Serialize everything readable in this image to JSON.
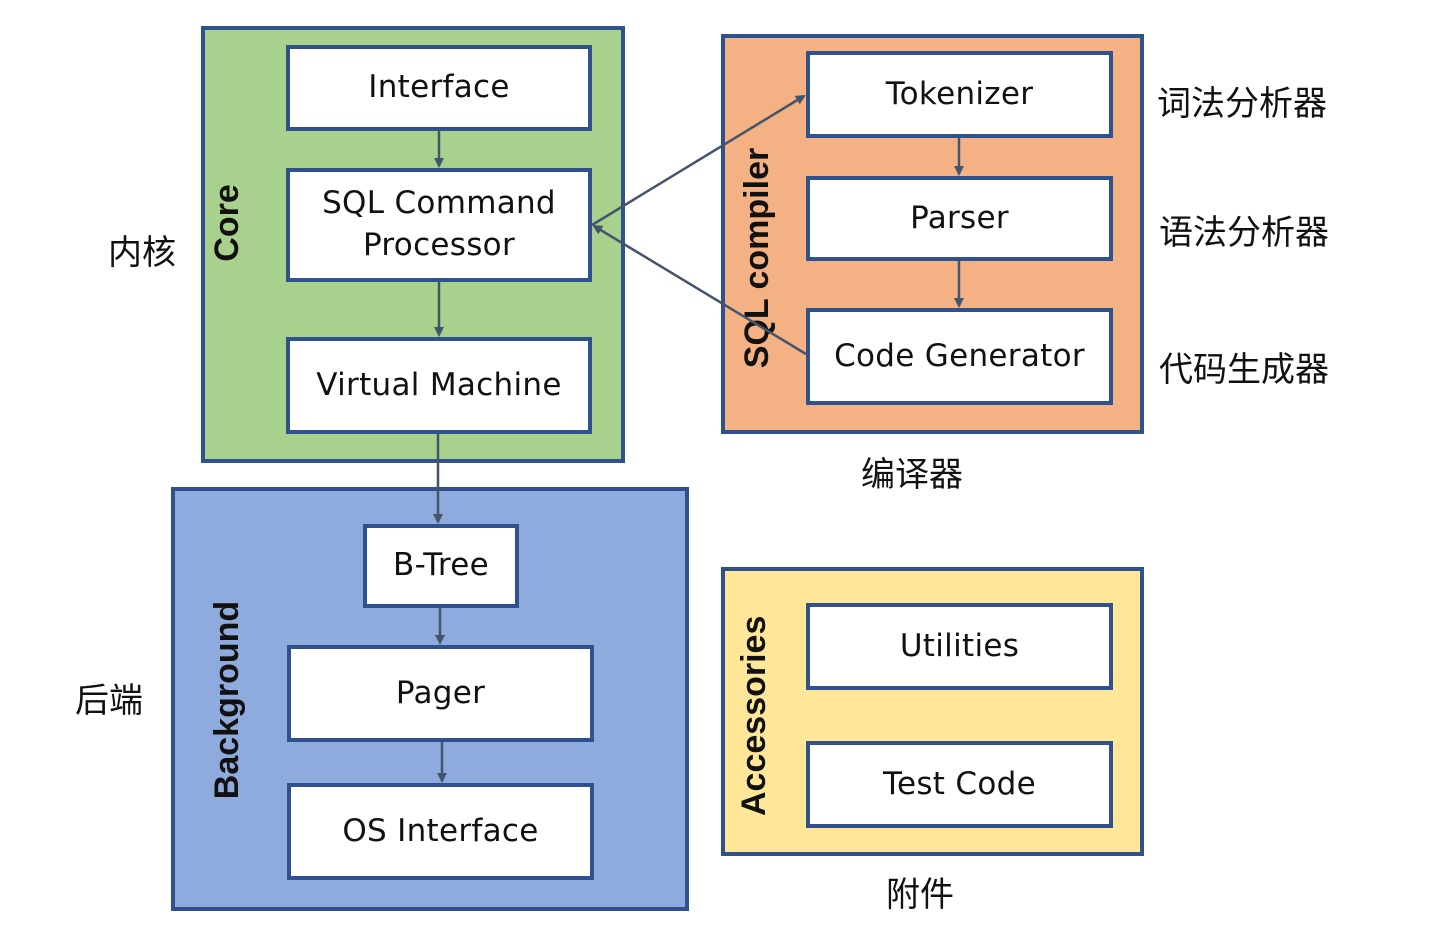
{
  "groups": {
    "core": {
      "title": "Core",
      "cn_label": "内核",
      "color": "#A9D18E",
      "modules": [
        "Interface",
        "SQL Command Processor",
        "Virtual Machine"
      ]
    },
    "compiler": {
      "title": "SQL compiler",
      "cn_label": "编译器",
      "color": "#F4B183",
      "modules": [
        "Tokenizer",
        "Parser",
        "Code Generator"
      ],
      "module_cn_labels": [
        "词法分析器",
        "语法分析器",
        "代码生成器"
      ]
    },
    "backend": {
      "title": "Background",
      "cn_label": "后端",
      "color": "#8FAADC",
      "modules": [
        "B-Tree",
        "Pager",
        "OS Interface"
      ]
    },
    "accessories": {
      "title": "Accessories",
      "cn_label": "附件",
      "color": "#FFE699",
      "modules": [
        "Utilities",
        "Test Code"
      ]
    }
  },
  "connections": [
    {
      "from": "Interface",
      "to": "SQL Command Processor"
    },
    {
      "from": "SQL Command Processor",
      "to": "Virtual Machine"
    },
    {
      "from": "SQL Command Processor",
      "to": "Tokenizer"
    },
    {
      "from": "Tokenizer",
      "to": "Parser"
    },
    {
      "from": "Parser",
      "to": "Code Generator"
    },
    {
      "from": "Code Generator",
      "to": "SQL Command Processor"
    },
    {
      "from": "Virtual Machine",
      "to": "B-Tree"
    },
    {
      "from": "B-Tree",
      "to": "Pager"
    },
    {
      "from": "Pager",
      "to": "OS Interface"
    }
  ],
  "colors": {
    "border": "#2F528F",
    "arrow": "#44546A"
  }
}
